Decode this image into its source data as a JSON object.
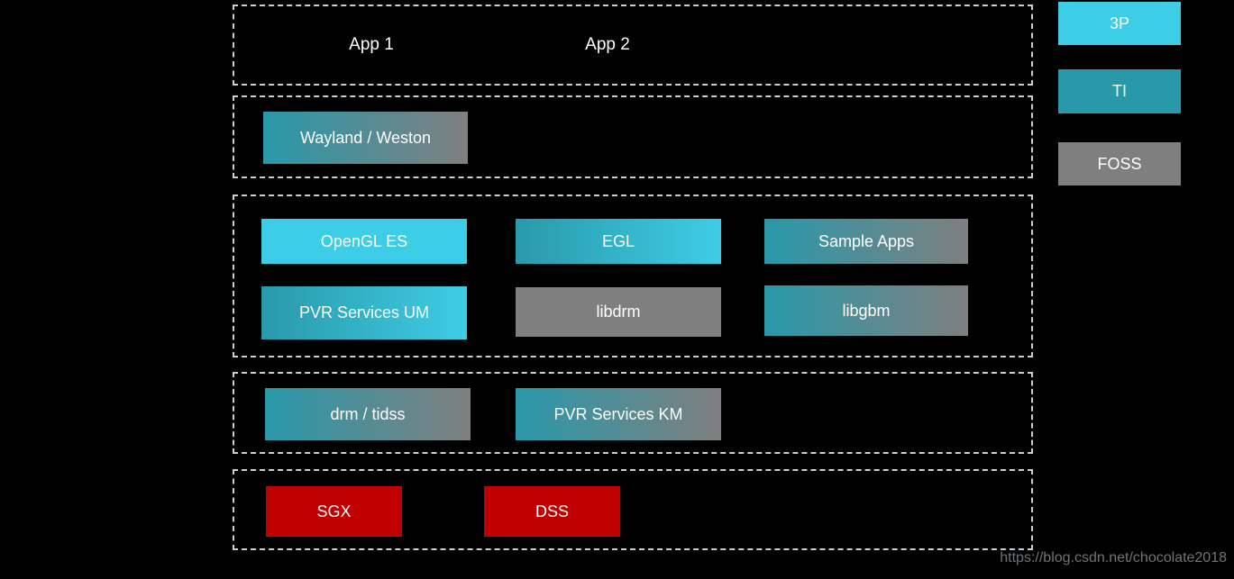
{
  "colors": {
    "background": "#000000",
    "cyan_3p": "#3ECDE6",
    "teal_ti": "#2999AA",
    "gray_foss": "#7F7F7F",
    "red_hw": "#C00000",
    "border_dash": "#CFCFCF",
    "text": "#FFFFFF",
    "watermark": "#70757A"
  },
  "layers": {
    "apps": {
      "items": [
        "App 1",
        "App 2"
      ]
    },
    "compositor": {
      "blocks": [
        {
          "label": "Wayland / Weston",
          "category": "ti-foss"
        }
      ]
    },
    "graphics": {
      "blocks": [
        {
          "label": "OpenGL ES",
          "category": "3p"
        },
        {
          "label": "EGL",
          "category": "ti-3p"
        },
        {
          "label": "Sample Apps",
          "category": "ti-foss"
        },
        {
          "label": "PVR Services UM",
          "category": "ti-3p"
        },
        {
          "label": "libdrm",
          "category": "foss"
        },
        {
          "label": "libgbm",
          "category": "ti-foss"
        }
      ]
    },
    "kernel": {
      "blocks": [
        {
          "label": "drm / tidss",
          "category": "ti-foss"
        },
        {
          "label": "PVR Services KM",
          "category": "ti-foss"
        }
      ]
    },
    "hardware": {
      "blocks": [
        {
          "label": "SGX",
          "category": "hw"
        },
        {
          "label": "DSS",
          "category": "hw"
        }
      ]
    }
  },
  "legend": {
    "items": [
      {
        "label": "3P",
        "category": "3p"
      },
      {
        "label": "TI",
        "category": "ti"
      },
      {
        "label": "FOSS",
        "category": "foss"
      }
    ]
  },
  "watermark": "https://blog.csdn.net/chocolate2018"
}
